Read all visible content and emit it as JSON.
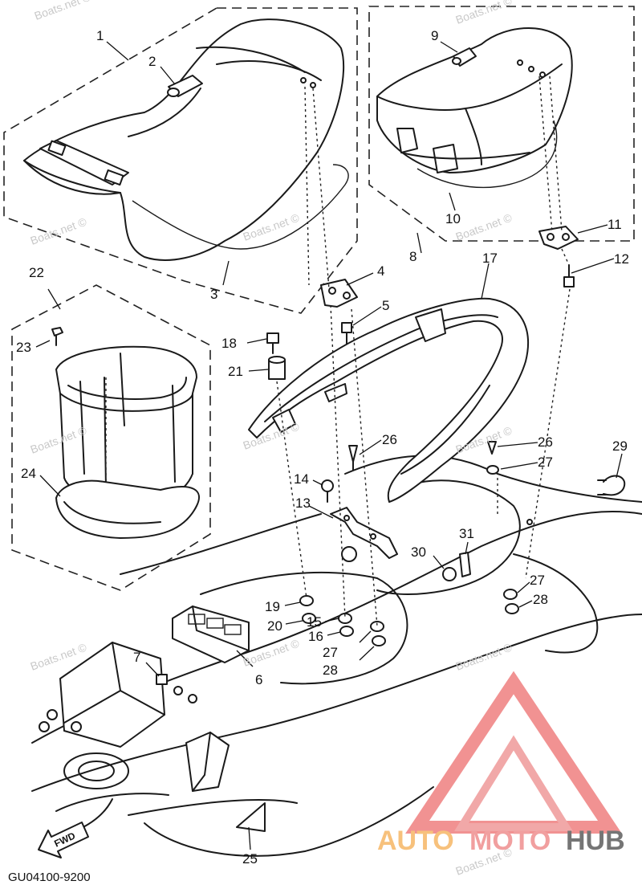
{
  "diagram": {
    "code": "GU04100-9200",
    "fwd_label": "FWD",
    "watermarks": [
      "Boats.net ©",
      "Boats.net ©",
      "Boats.net ©",
      "Boats.net ©",
      "Boats.net ©",
      "Boats.net ©",
      "Boats.net ©",
      "Boats.net ©",
      "Boats.net ©",
      "Boats.net ©",
      "Boats.net ©",
      "Boats.net ©"
    ],
    "logo": {
      "part1": "AUTO",
      "part2": "MOTO",
      "part3": "HUB"
    },
    "callouts": [
      "1",
      "2",
      "3",
      "4",
      "5",
      "6",
      "7",
      "8",
      "9",
      "10",
      "11",
      "12",
      "13",
      "14",
      "15",
      "16",
      "17",
      "18",
      "19",
      "20",
      "21",
      "22",
      "23",
      "24",
      "25",
      "26",
      "26",
      "27",
      "27",
      "27",
      "28",
      "28",
      "29",
      "30",
      "31"
    ]
  }
}
